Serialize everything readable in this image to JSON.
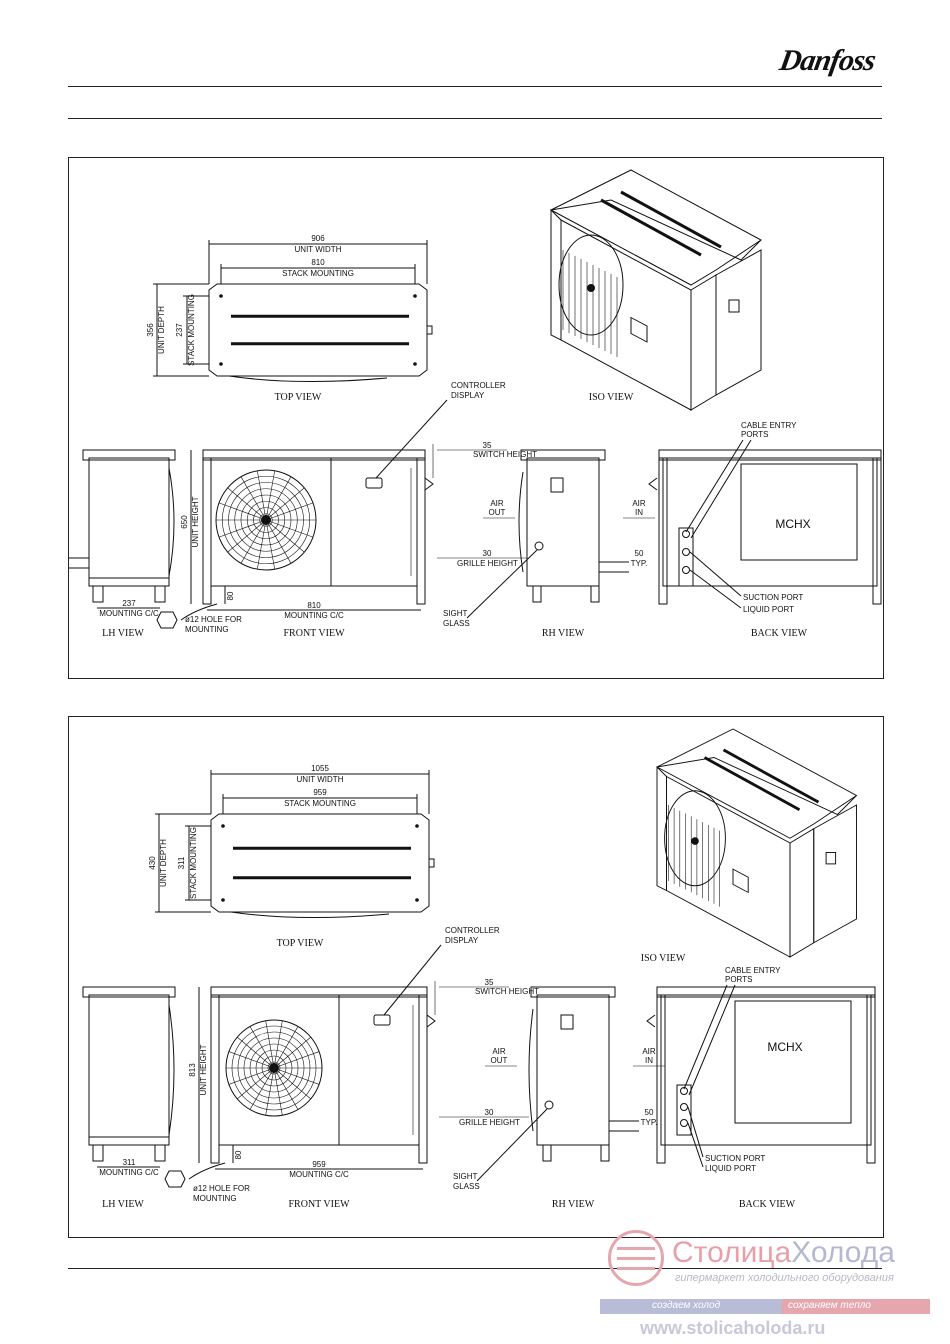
{
  "brand": "Danfoss",
  "watermark": {
    "name_part1": "Столица",
    "name_part2": "Холода",
    "tagline": "гипермаркет холодильного оборудования",
    "bar_left": "создаем холод",
    "bar_right": "сохраняем тепло",
    "url": "www.stolicaholoda.ru"
  },
  "panels": [
    {
      "views": {
        "top": "TOP VIEW",
        "iso": "ISO VIEW",
        "lh": "LH VIEW",
        "front": "FRONT VIEW",
        "rh": "RH VIEW",
        "back": "BACK VIEW"
      },
      "dims": {
        "width": "906",
        "stack_width": "810",
        "depth": "356",
        "stack_depth": "237",
        "height": "650",
        "mounting_cc": "810",
        "lh_cc": "237",
        "switch": "35",
        "grille": "30",
        "typ": "50",
        "foot": "80"
      },
      "labels": {
        "unit_width": "UNIT WIDTH",
        "stack_mounting": "STACK MOUNTING",
        "unit_depth": "UNIT DEPTH",
        "stack_mounting_v": "STACK MOUNTING",
        "unit_height": "UNIT HEIGHT",
        "mounting_cc": "MOUNTING C/C",
        "controller_1": "CONTROLLER",
        "controller_2": "DISPLAY",
        "switch_height": "SWITCH HEIGHT",
        "grille_height": "GRILLE HEIGHT",
        "typ": "TYP.",
        "air_out_1": "AIR",
        "air_out_2": "OUT",
        "air_in_1": "AIR",
        "air_in_2": "IN",
        "sight_1": "SIGHT",
        "sight_2": "GLASS",
        "hole_1": "ø12 HOLE FOR",
        "hole_2": "MOUNTING",
        "cable_1": "CABLE  ENTRY",
        "cable_2": "PORTS",
        "suction": "SUCTION PORT",
        "liquid": "LIQUID PORT",
        "mchx": "MCHX"
      }
    },
    {
      "views": {
        "top": "TOP VIEW",
        "iso": "ISO VIEW",
        "lh": "LH VIEW",
        "front": "FRONT VIEW",
        "rh": "RH VIEW",
        "back": "BACK VIEW"
      },
      "dims": {
        "width": "1055",
        "stack_width": "959",
        "depth": "430",
        "stack_depth": "311",
        "height": "813",
        "mounting_cc": "959",
        "lh_cc": "311",
        "switch": "35",
        "grille": "30",
        "typ": "50",
        "foot": "80"
      },
      "labels": {
        "unit_width": "UNIT WIDTH",
        "stack_mounting": "STACK MOUNTING",
        "unit_depth": "UNIT DEPTH",
        "stack_mounting_v": "STACK MOUNTING",
        "unit_height": "UNIT HEIGHT",
        "mounting_cc": "MOUNTING C/C",
        "controller_1": "CONTROLLER",
        "controller_2": "DISPLAY",
        "switch_height": "SWITCH HEIGHT",
        "grille_height": "GRILLE HEIGHT",
        "typ": "TYP.",
        "air_out_1": "AIR",
        "air_out_2": "OUT",
        "air_in_1": "AIR",
        "air_in_2": "IN",
        "sight_1": "SIGHT",
        "sight_2": "GLASS",
        "hole_1": "ø12 HOLE FOR",
        "hole_2": "MOUNTING",
        "cable_1": "CABLE  ENTRY",
        "cable_2": "PORTS",
        "suction": "SUCTION PORT",
        "liquid": "LIQUID PORT",
        "mchx": "MCHX"
      }
    }
  ]
}
